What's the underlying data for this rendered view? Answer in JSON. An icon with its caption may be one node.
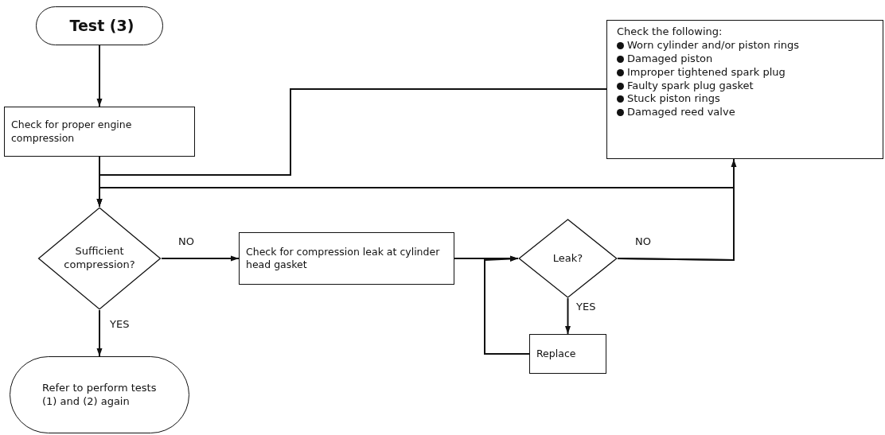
{
  "diagram": {
    "nodes": [
      {
        "text": [
          "Test (3)"
        ]
      },
      {
        "text": [
          "Check for proper engine compression"
        ]
      },
      {
        "text": [
          "Check the following:",
          "Worn cylinder and/or piston rings",
          "Damaged piston",
          "Improper tightened spark plug",
          "Faulty spark plug gasket",
          "Stuck piston rings",
          "Damaged reed valve"
        ]
      },
      {
        "text": [
          "Sufficient compression?"
        ]
      },
      {
        "text": [
          "Check for compression leak at cylinder head gasket"
        ]
      },
      {
        "text": [
          "Leak?"
        ]
      },
      {
        "text": [
          "Replace"
        ]
      },
      {
        "text": [
          "Refer to perform tests (1) and (2) again"
        ]
      }
    ],
    "edges": [
      {
        "from": 0,
        "to": 1,
        "arrow": "to"
      },
      {
        "from": 1,
        "to": 3,
        "arrow": "to"
      },
      {
        "from": 2,
        "to": 3,
        "arrow": "to"
      },
      {
        "from": 5,
        "to": 3,
        "arrow": "to"
      },
      {
        "from": 3,
        "to": 4,
        "arrow": "to",
        "label": "NO"
      },
      {
        "from": 3,
        "to": 7,
        "arrow": "to",
        "label": "YES"
      },
      {
        "from": 4,
        "to": 5,
        "arrow": "to"
      },
      {
        "from": 5,
        "to": 6,
        "arrow": "to",
        "label": "YES"
      },
      {
        "from": 6,
        "to": 5,
        "arrow": "to"
      },
      {
        "from": 5,
        "to": 2,
        "arrow": "to",
        "label": "NO"
      }
    ]
  }
}
